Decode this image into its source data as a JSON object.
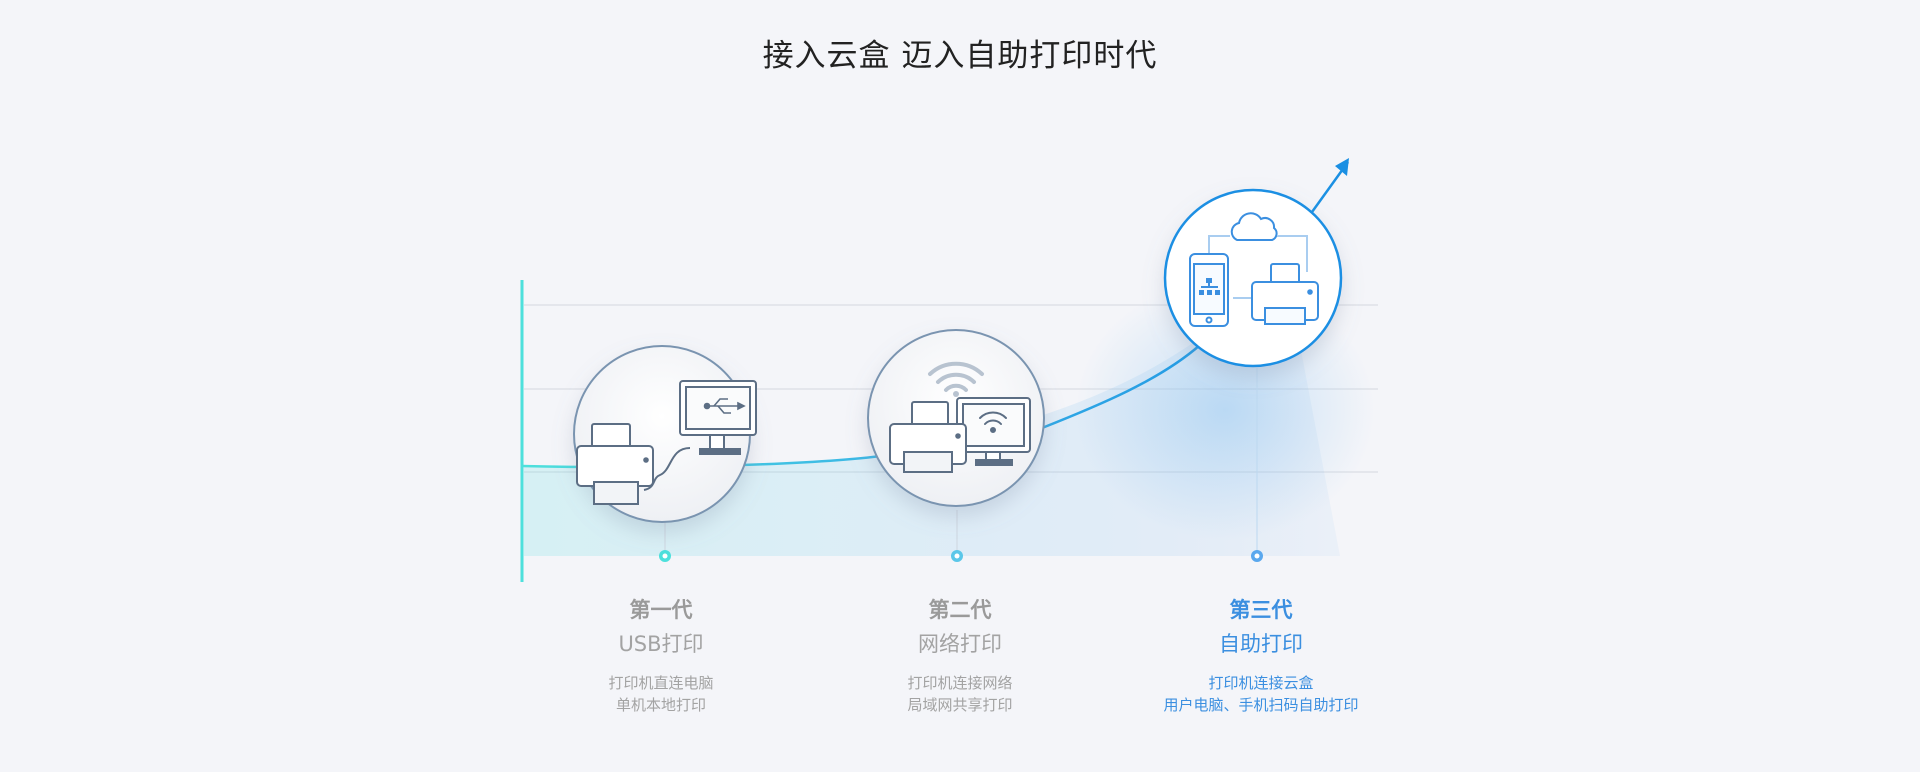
{
  "title": "接入云盒 迈入自助打印时代",
  "colors": {
    "accent_blue": "#1a8fe3",
    "teal": "#4dd9dd",
    "grey_text": "#a3a3a3"
  },
  "stages": [
    {
      "generation": "第一代",
      "name": "USB打印",
      "desc_line1": "打印机直连电脑",
      "desc_line2": "单机本地打印",
      "icons": [
        "printer-icon",
        "monitor-icon",
        "usb-icon"
      ]
    },
    {
      "generation": "第二代",
      "name": "网络打印",
      "desc_line1": "打印机连接网络",
      "desc_line2": "局域网共享打印",
      "icons": [
        "printer-icon",
        "monitor-icon",
        "wifi-icon"
      ]
    },
    {
      "generation": "第三代",
      "name": "自助打印",
      "desc_line1": "打印机连接云盒",
      "desc_line2": "用户电脑、手机扫码自助打印",
      "icons": [
        "phone-icon",
        "cloud-icon",
        "printer-icon"
      ]
    }
  ]
}
